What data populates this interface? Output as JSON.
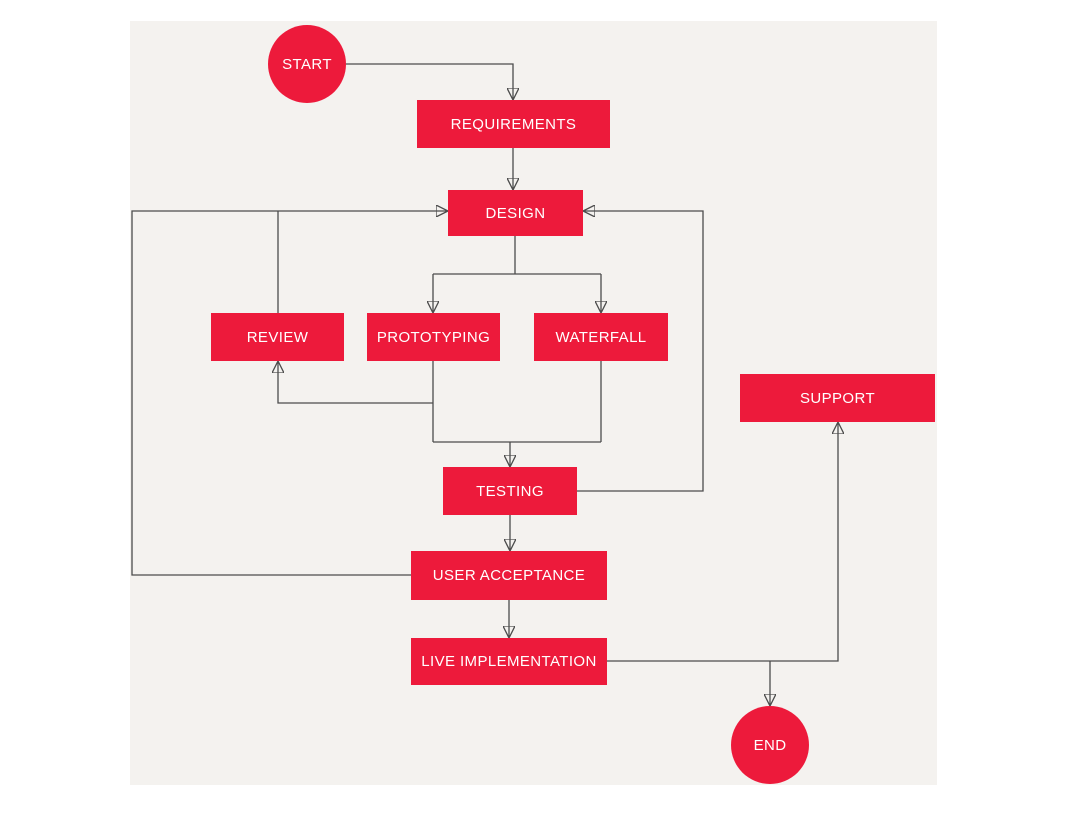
{
  "colors": {
    "node_fill": "#ed1a3b",
    "node_text": "#ffffff",
    "connector": "#4c4c4c",
    "arrowhead": "#141414",
    "canvas_background": "#f4f2ef",
    "page_background": "#ffffff"
  },
  "nodes": {
    "start": {
      "label": "START",
      "shape": "circle"
    },
    "requirements": {
      "label": "REQUIREMENTS",
      "shape": "rect"
    },
    "design": {
      "label": "DESIGN",
      "shape": "rect"
    },
    "review": {
      "label": "REVIEW",
      "shape": "rect"
    },
    "prototyping": {
      "label": "PROTOTYPING",
      "shape": "rect"
    },
    "waterfall": {
      "label": "WATERFALL",
      "shape": "rect"
    },
    "testing": {
      "label": "TESTING",
      "shape": "rect"
    },
    "user_acceptance": {
      "label": "USER ACCEPTANCE",
      "shape": "rect"
    },
    "live_implementation": {
      "label": "LIVE IMPLEMENTATION",
      "shape": "rect"
    },
    "support": {
      "label": "SUPPORT",
      "shape": "rect"
    },
    "end": {
      "label": "END",
      "shape": "circle"
    }
  },
  "edges": [
    {
      "from": "start",
      "to": "requirements"
    },
    {
      "from": "requirements",
      "to": "design"
    },
    {
      "from": "design",
      "to": "prototyping"
    },
    {
      "from": "design",
      "to": "waterfall"
    },
    {
      "from": "prototyping",
      "to": "review"
    },
    {
      "from": "prototyping",
      "to": "testing"
    },
    {
      "from": "waterfall",
      "to": "testing"
    },
    {
      "from": "review",
      "to": "design"
    },
    {
      "from": "testing",
      "to": "design"
    },
    {
      "from": "testing",
      "to": "user_acceptance"
    },
    {
      "from": "user_acceptance",
      "to": "design"
    },
    {
      "from": "user_acceptance",
      "to": "live_implementation"
    },
    {
      "from": "live_implementation",
      "to": "end"
    },
    {
      "from": "live_implementation",
      "to": "support"
    }
  ]
}
